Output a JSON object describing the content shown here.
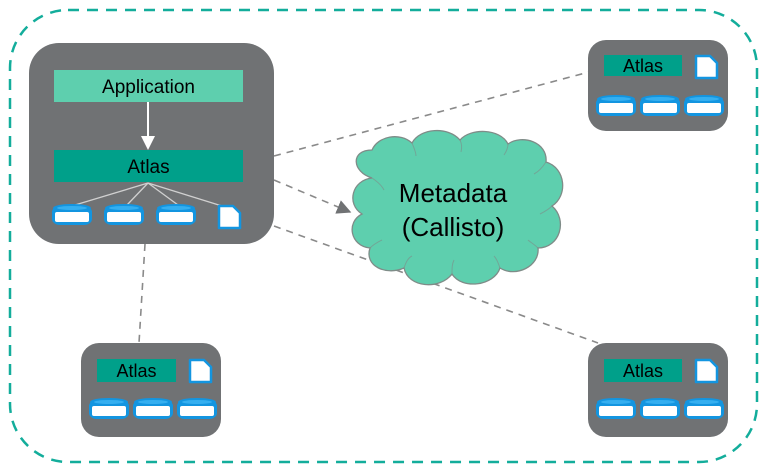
{
  "diagram": {
    "title": "",
    "colors": {
      "boundary": "#13ad9b",
      "node_fill": "#707274",
      "app_fill": "#5ecfae",
      "atlas_fill": "#00a08a",
      "cloud_fill": "#5ecfae",
      "cloud_stroke": "#7f8c88",
      "storage_fill": "#ffffff",
      "storage_stroke": "#1395e0",
      "link_stroke": "#8a8a8a"
    },
    "main_node": {
      "application_label": "Application",
      "atlas_label": "Atlas",
      "storage": [
        "disk",
        "disk",
        "disk",
        "document"
      ]
    },
    "metadata": {
      "line1": "Metadata",
      "line2": "(Callisto)"
    },
    "peer_nodes": [
      {
        "id": "top-right",
        "atlas_label": "Atlas",
        "storage": [
          "document",
          "disk",
          "disk",
          "disk"
        ]
      },
      {
        "id": "bottom-left",
        "atlas_label": "Atlas",
        "storage": [
          "document",
          "disk",
          "disk",
          "disk"
        ]
      },
      {
        "id": "bottom-right",
        "atlas_label": "Atlas",
        "storage": [
          "document",
          "disk",
          "disk",
          "disk"
        ]
      }
    ],
    "edges": [
      {
        "from": "main-node",
        "to": "top-right",
        "style": "dashed",
        "arrow": false
      },
      {
        "from": "main-node",
        "to": "metadata",
        "style": "dashed",
        "arrow": true
      },
      {
        "from": "main-node",
        "to": "bottom-right",
        "style": "dashed",
        "arrow": false
      },
      {
        "from": "main-node",
        "to": "bottom-left",
        "style": "dashed",
        "arrow": false
      },
      {
        "from": "application",
        "to": "atlas",
        "style": "solid",
        "arrow": true
      }
    ]
  }
}
